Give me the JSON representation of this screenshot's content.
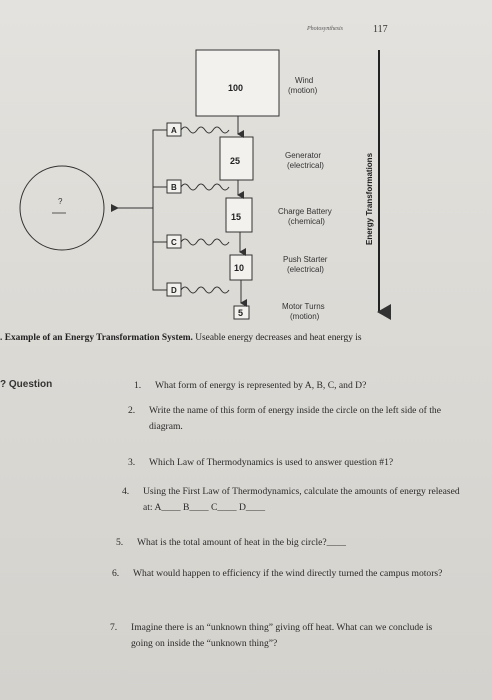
{
  "header": {
    "running_title": "Photosynthesis",
    "page_number": "117"
  },
  "diagram": {
    "boxes": [
      {
        "value": "100",
        "label_line1": "Wind",
        "label_line2": "(motion)"
      },
      {
        "value": "25",
        "label_line1": "Generator",
        "label_line2": "(electrical)"
      },
      {
        "value": "15",
        "label_line1": "Charge Battery",
        "label_line2": "(chemical)"
      },
      {
        "value": "10",
        "label_line1": "Push Starter",
        "label_line2": "(electrical)"
      },
      {
        "value": "5",
        "label_line1": "Motor Turns",
        "label_line2": "(motion)"
      }
    ],
    "letters": [
      "A",
      "B",
      "C",
      "D"
    ],
    "circle_label": "?",
    "axis_label": "Energy Transformations"
  },
  "caption": {
    "lead": ". Example of an Energy Transformation System.",
    "rest": " Useable energy decreases and heat energy is"
  },
  "question_heading": "Question",
  "questions": [
    {
      "num": "1.",
      "text": "What form of energy is represented by A, B, C, and D?"
    },
    {
      "num": "2.",
      "text": "Write the name of this form of energy inside the circle on the left side of the diagram."
    },
    {
      "num": "3.",
      "text": "Which Law of Thermodynamics is used to answer question #1?"
    },
    {
      "num": "4.",
      "text": "Using the First Law of Thermodynamics, calculate the amounts of energy released at: A____ B____ C____ D____"
    },
    {
      "num": "5.",
      "text": "What is the total amount of heat in the big circle?____"
    },
    {
      "num": "6.",
      "text": "What would happen to efficiency if the wind directly turned the campus motors?"
    },
    {
      "num": "7.",
      "text": "Imagine there is an “unknown thing” giving off heat. What can we conclude is going on inside the “unknown thing”?"
    }
  ]
}
